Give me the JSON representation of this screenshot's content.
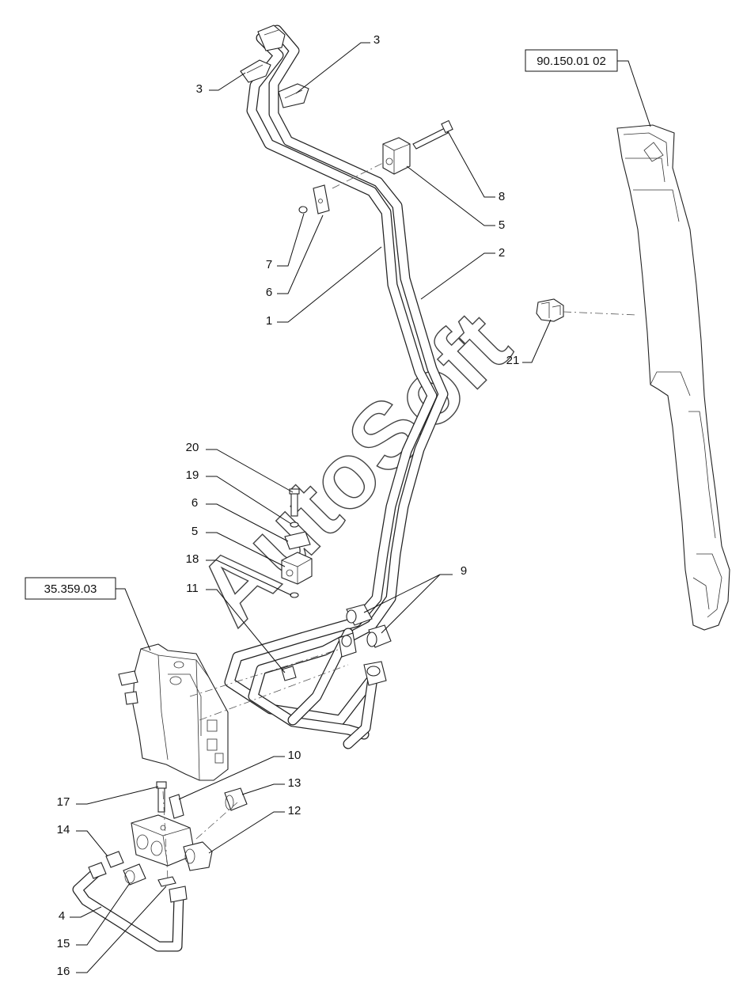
{
  "watermark": {
    "text": "AutoSoft"
  },
  "reference_boxes": [
    {
      "id": "ref-upper",
      "text": "90.150.01 02"
    },
    {
      "id": "ref-lower",
      "text": "35.359.03"
    }
  ],
  "callouts": {
    "c3a": "3",
    "c3b": "3",
    "c8": "8",
    "c5a": "5",
    "c7": "7",
    "c6a": "6",
    "c1": "1",
    "c2": "2",
    "c21": "21",
    "c20": "20",
    "c19": "19",
    "c6b": "6",
    "c5b": "5",
    "c18": "18",
    "c11": "11",
    "c9": "9",
    "c10": "10",
    "c13": "13",
    "c17": "17",
    "c12": "12",
    "c14": "14",
    "c4": "4",
    "c15": "15",
    "c16": "16"
  }
}
